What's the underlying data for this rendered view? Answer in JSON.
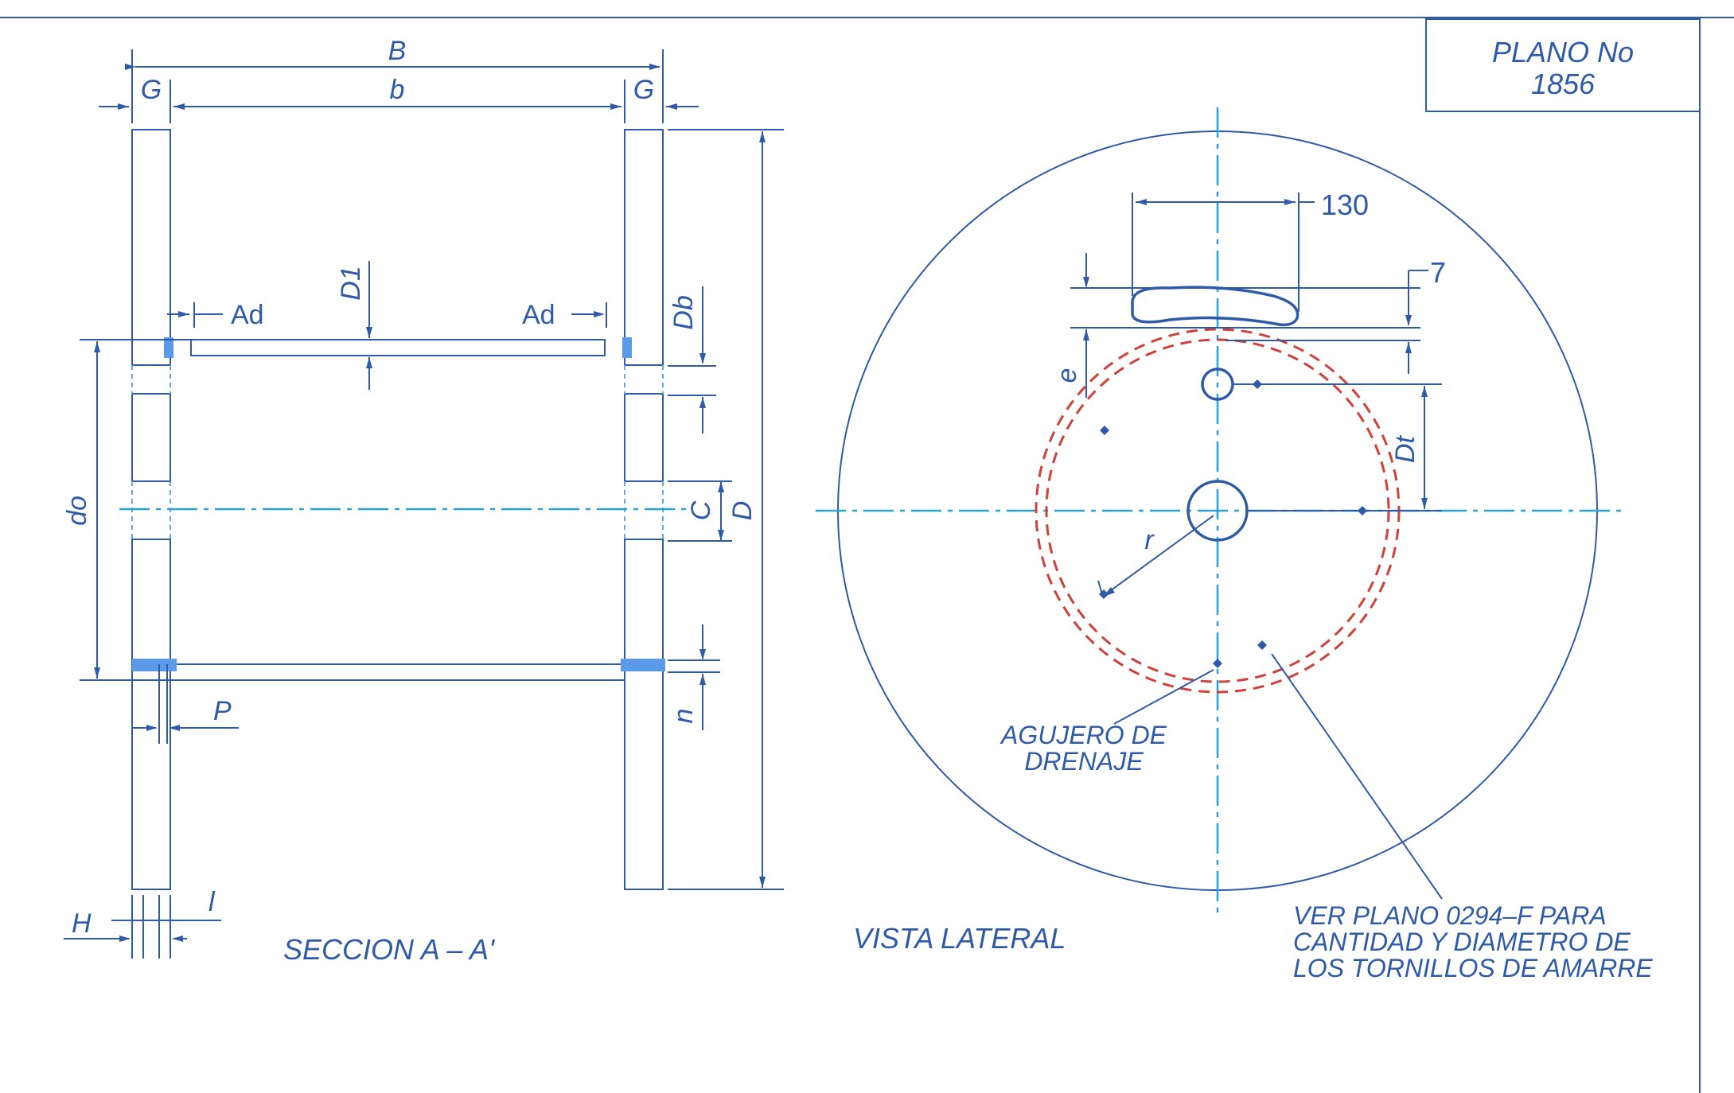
{
  "title_block": {
    "line1": "PLANO  No",
    "line2": "1856"
  },
  "section": {
    "title": "SECCION  A  –  A'",
    "labels": {
      "B": "B",
      "b": "b",
      "G_left": "G",
      "G_right": "G",
      "D1": "D1",
      "Ad_left": "Ad",
      "Ad_right": "Ad",
      "Db": "Db",
      "do": "do",
      "C": "C",
      "D": "D",
      "P": "P",
      "n": "n",
      "H": "H",
      "l": "l"
    }
  },
  "lateral": {
    "title": "VISTA LATERAL",
    "dim_130": "130",
    "dim_7": "7",
    "e": "e",
    "Dt": "Dt",
    "r": "r",
    "drain_line1": "AGUJERO DE",
    "drain_line2": "DRENAJE",
    "note_line1": "VER PLANO 0294–F PARA",
    "note_line2": "CANTIDAD Y DIAMETRO DE",
    "note_line3": "LOS TORNILLOS DE AMARRE"
  },
  "colors": {
    "ink": "#2e5aa8",
    "center": "#2aa3d6",
    "bolt_circle": "#d0403a"
  }
}
